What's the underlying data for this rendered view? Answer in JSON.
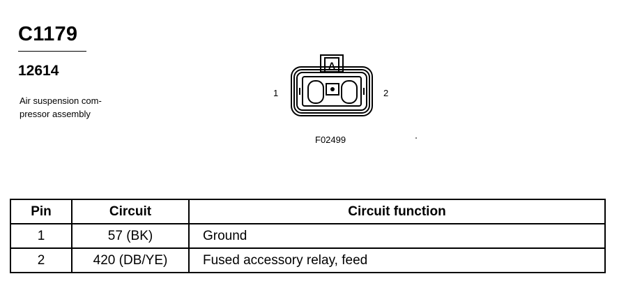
{
  "connector": {
    "id": "C1179",
    "part_number": "12614",
    "description_lines": [
      "Air suspension com-",
      "pressor assembly"
    ]
  },
  "diagram": {
    "pin_labels": [
      "1",
      "2"
    ],
    "tab_letter": "A",
    "figure_id": "F02499"
  },
  "table": {
    "headers": [
      "Pin",
      "Circuit",
      "Circuit function"
    ],
    "rows": [
      {
        "pin": "1",
        "circuit": "57 (BK)",
        "function": "Ground"
      },
      {
        "pin": "2",
        "circuit": "420 (DB/YE)",
        "function": "Fused accessory relay, feed"
      }
    ]
  }
}
